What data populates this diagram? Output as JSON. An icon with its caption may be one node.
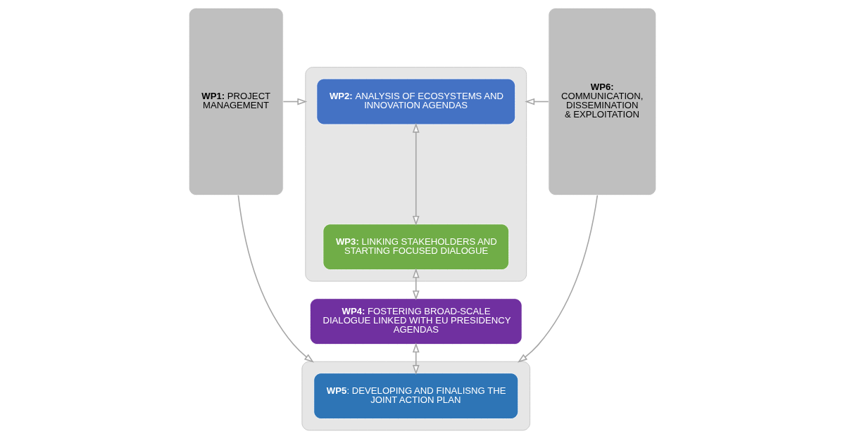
{
  "diagram": {
    "nodes": [
      {
        "text": [
          "**WP1:** PROJECT MANAGEMENT"
        ]
      },
      {
        "text": [],
        "shape": "box"
      },
      {
        "text": [
          "**WP2:** ANALYSIS OF ECOSYSTEMS AND INNOVATION AGENDAS"
        ],
        "in": 1
      },
      {
        "text": [
          "**WP3:** LINKING STAKEHOLDERS AND STARTING FOCUSED DIALOGUE"
        ],
        "in": 1
      },
      {
        "text": [
          "**WP4:** FOSTERING BROAD-SCALE DIALOGUE LINKED WITH EU PRESIDENCY AGENDAS"
        ]
      },
      {
        "text": [],
        "shape": "box"
      },
      {
        "text": [
          "**WP5**: DEVELOPING AND FINALISNG THE JOINT ACTION PLAN"
        ],
        "in": 5
      },
      {
        "text": [
          "**WP6:** COMMUNICATION, DISSEMINATION & EXPLOITATION"
        ]
      }
    ],
    "edges": [
      {
        "from": 0,
        "to": 1,
        "arrow": "to"
      },
      {
        "from": 0,
        "to": 5,
        "arrow": "to"
      },
      {
        "from": 7,
        "to": 1,
        "arrow": "to"
      },
      {
        "from": 7,
        "to": 5,
        "arrow": "to"
      },
      {
        "from": 2,
        "to": 3,
        "arrow": "both"
      },
      {
        "from": 3,
        "to": 4,
        "arrow": "both"
      },
      {
        "from": 4,
        "to": 6,
        "arrow": "both"
      }
    ]
  }
}
